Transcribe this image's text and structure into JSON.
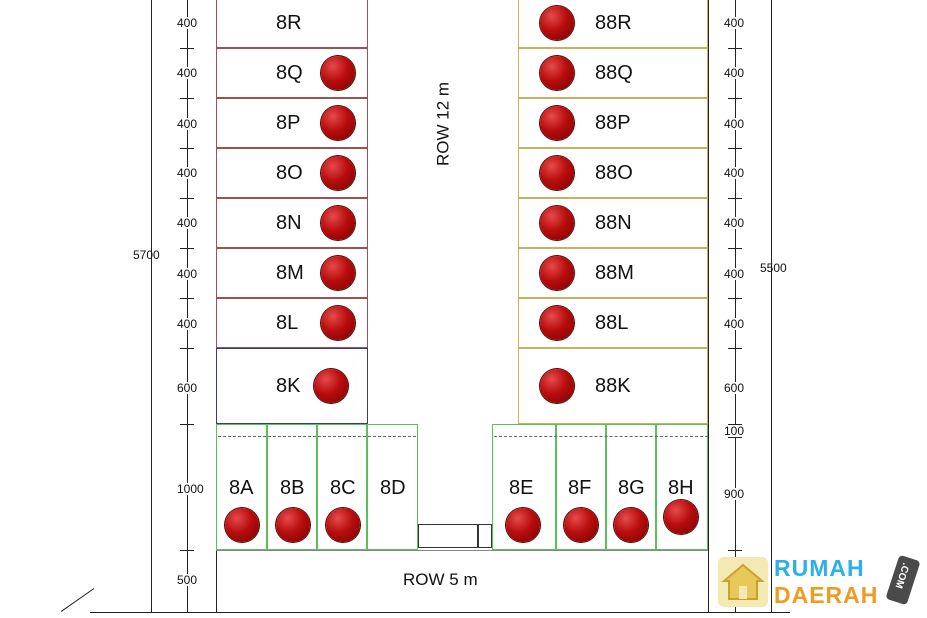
{
  "diagram": {
    "lots_left_column": [
      {
        "id": "8R",
        "marker": false
      },
      {
        "id": "8Q",
        "marker": true
      },
      {
        "id": "8P",
        "marker": true
      },
      {
        "id": "8O",
        "marker": true
      },
      {
        "id": "8N",
        "marker": true
      },
      {
        "id": "8M",
        "marker": true
      },
      {
        "id": "8L",
        "marker": true
      },
      {
        "id": "8K",
        "marker": true
      }
    ],
    "lots_right_column": [
      {
        "id": "88R",
        "marker": true
      },
      {
        "id": "88Q",
        "marker": true
      },
      {
        "id": "88P",
        "marker": true
      },
      {
        "id": "88O",
        "marker": true
      },
      {
        "id": "88N",
        "marker": true
      },
      {
        "id": "88M",
        "marker": true
      },
      {
        "id": "88L",
        "marker": true
      },
      {
        "id": "88K",
        "marker": true
      }
    ],
    "lots_bottom_left": [
      "8A",
      "8B",
      "8C",
      "8D"
    ],
    "lots_bottom_right": [
      "8E",
      "8F",
      "8G",
      "8H"
    ],
    "dimensions_left": [
      "400",
      "400",
      "400",
      "400",
      "400",
      "400",
      "400",
      "600",
      "1000",
      "500"
    ],
    "dimensions_right": [
      "400",
      "400",
      "400",
      "400",
      "400",
      "400",
      "400",
      "600",
      "100",
      "900"
    ],
    "total_left": "5700",
    "total_right": "5500",
    "road_vertical": "ROW 12 m",
    "road_bottom": "ROW 5 m",
    "marker_color": "#b80d0d"
  },
  "watermark": {
    "word_top": "RUMAH",
    "word_bottom": "DAERAH",
    "suffix": ".COM",
    "color_top": "#2bb0ea",
    "color_bottom": "#f29a1f"
  }
}
